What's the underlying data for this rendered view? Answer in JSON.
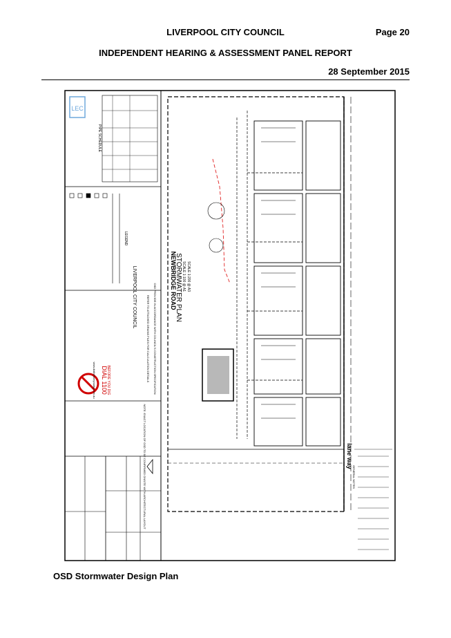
{
  "header": {
    "council": "LIVERPOOL CITY COUNCIL",
    "page": "Page 20",
    "report_title": "INDEPENDENT HEARING & ASSESSMENT PANEL REPORT",
    "date": "28 September 2015"
  },
  "figure": {
    "caption": "OSD Stormwater Design Plan"
  },
  "plan": {
    "sheet_title": "STORMWATER PLAN",
    "road_name": "NEWBRIDGE ROAD",
    "lane_name": "lane way",
    "council_name": "LIVERPOOL CITY COUNCIL",
    "dial_text": "DIAL 1100",
    "before_dig": "BEFORE YOU DIG",
    "dial_url": "www.dialbeforeyoudig.com.au",
    "note": "NOTE: EXACT LOCATION OF OSD TO BE CONFIRMED ONSITE WITH ARCHITECTURAL LAYOUT",
    "refer": "REFER TO ATTACHED DRAINS FILES FOR CALCULATION DETAILS",
    "osd_spec": "OSD PROVIDE IN ACCORDANCE WITH COUNCIL'S CONSTRUCTION SPECIFICATION",
    "scale1": "SCALE 1:100 @ A1",
    "scale2": "SCALE 1:200 @ A3",
    "pipe_schedule": "PIPE SCHEDULE",
    "legend": "LEGEND",
    "general_notes": "GENERAL NOTES"
  }
}
